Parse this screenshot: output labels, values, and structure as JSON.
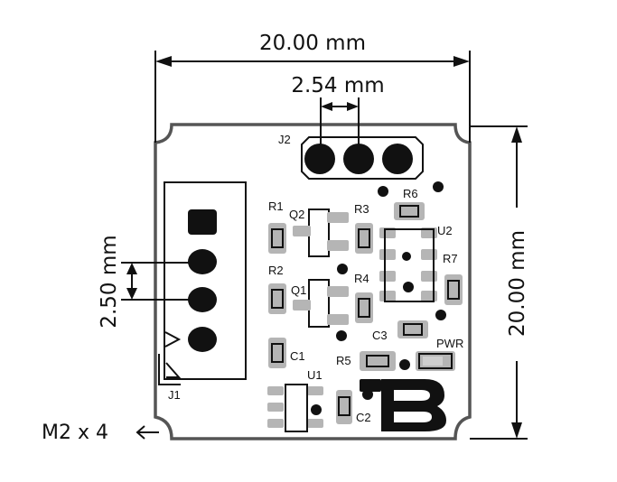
{
  "dimensions": {
    "width_label": "20.00 mm",
    "height_label": "20.00 mm",
    "pitch_label": "2.54 mm",
    "vpitch_label": "2.50 mm",
    "mount_label": "M2 x 4"
  },
  "refs": {
    "j2": "J2",
    "j1": "J1",
    "r1": "R1",
    "r2": "R2",
    "r3": "R3",
    "r4": "R4",
    "r5": "R5",
    "r6": "R6",
    "r7": "R7",
    "q1": "Q1",
    "q2": "Q2",
    "u1": "U1",
    "u2": "U2",
    "c1": "C1",
    "c2": "C2",
    "c3": "C3",
    "pwr": "PWR"
  },
  "colors": {
    "outline": "#555555",
    "pad": "#b5b5b5",
    "silk": "#111111"
  }
}
